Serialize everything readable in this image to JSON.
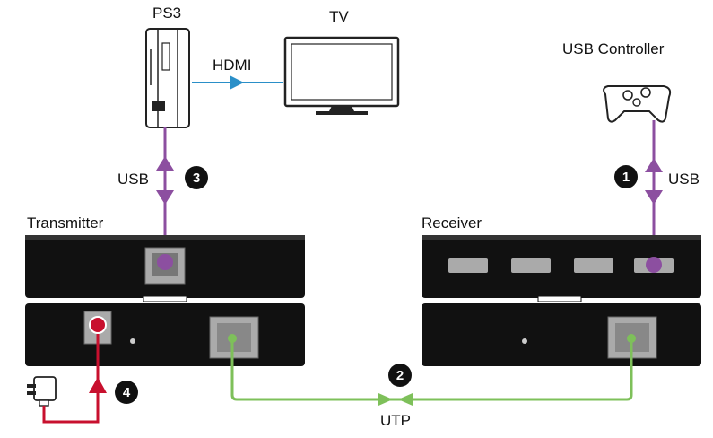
{
  "labels": {
    "ps3": "PS3",
    "tv": "TV",
    "hdmi": "HDMI",
    "usb_controller": "USB Controller",
    "usb_left": "USB",
    "usb_right": "USB",
    "transmitter": "Transmitter",
    "receiver": "Receiver",
    "utp": "UTP"
  },
  "steps": {
    "step1": "1",
    "step2": "2",
    "step3": "3",
    "step4": "4"
  },
  "colors": {
    "usb": "#8c4fa0",
    "hdmi": "#2a8fc8",
    "utp": "#7ec05a",
    "power": "#c8102e",
    "device": "#111111"
  },
  "icons": {
    "ps3": "game-console-icon",
    "tv": "tv-icon",
    "controller": "gamepad-icon",
    "power": "power-adapter-icon"
  }
}
